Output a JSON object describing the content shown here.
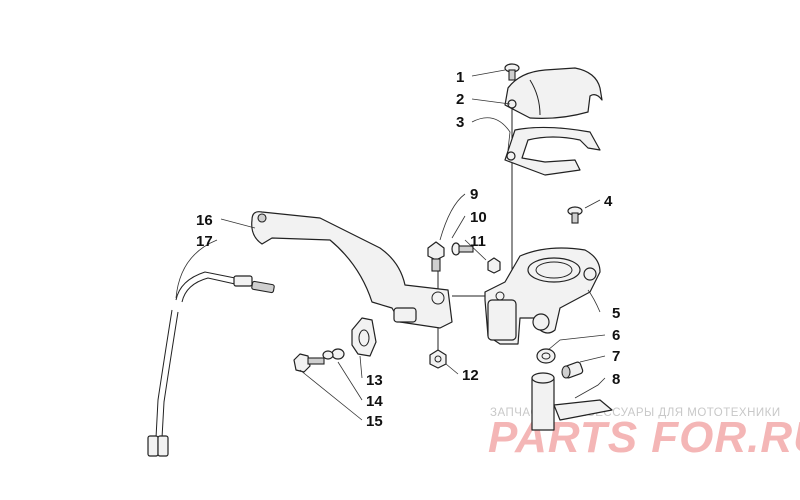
{
  "callouts": {
    "c1": "1",
    "c2": "2",
    "c3": "3",
    "c4": "4",
    "c5": "5",
    "c6": "6",
    "c7": "7",
    "c8": "8",
    "c9": "9",
    "c10": "10",
    "c11": "11",
    "c12": "12",
    "c13": "13",
    "c14": "14",
    "c15": "15",
    "c16": "16",
    "c17": "17"
  },
  "watermark": {
    "tagline": "ЗАПЧАСТИ И АКСЕССУАРЫ ДЛЯ МОТОТЕХНИКИ",
    "logo": "PARTS FOR.RU"
  },
  "colors": {
    "line": "#222222",
    "part_fill": "#f2f2f2",
    "watermark_red": "#f4b6b6",
    "watermark_gray": "#c8c8c8"
  }
}
